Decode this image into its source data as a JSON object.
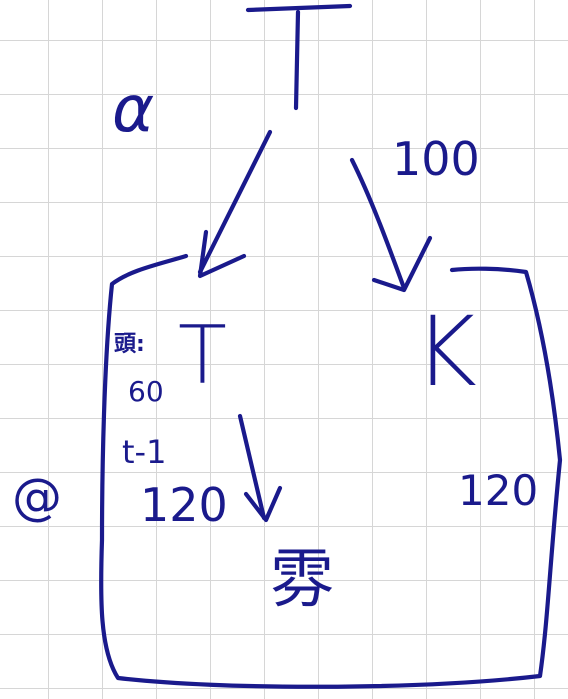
{
  "labels": {
    "alpha": "α",
    "edge_right": "100",
    "node_inner_T": "T",
    "node_K": "K",
    "value_60": "60",
    "t_minus_1": "t-1",
    "value_120_left": "120",
    "value_120_right": "120",
    "at_symbol": "@",
    "kanji": "雰",
    "small_kanji": "頭:"
  },
  "colors": {
    "ink": "#1a1a8c",
    "grid": "#d6d6d6",
    "paper": "#ffffff"
  }
}
